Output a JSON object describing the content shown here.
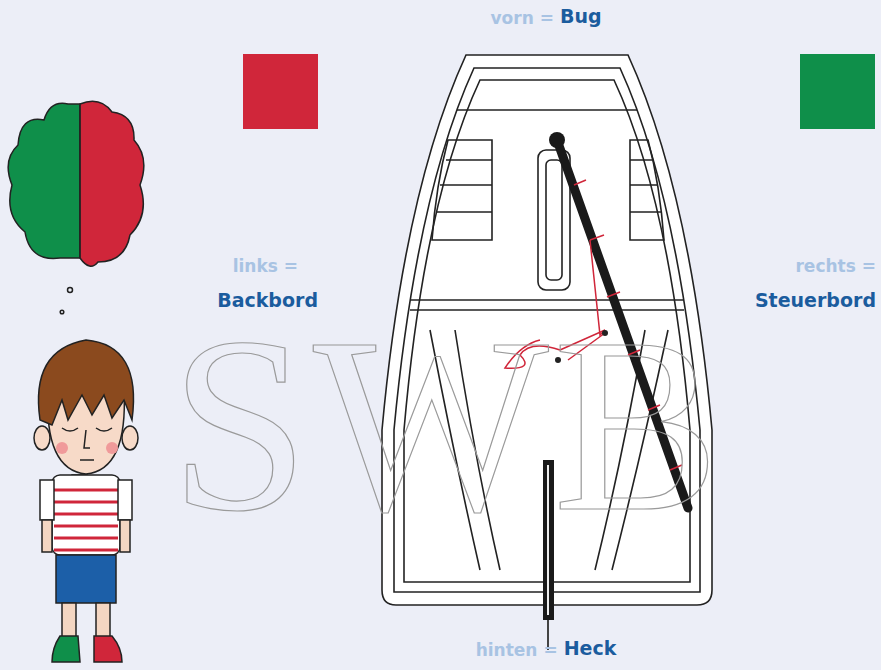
{
  "diagram": {
    "labels": [
      "vorn =",
      "Bug",
      "links =",
      "Backbord",
      "rechts =",
      "Steuerbord",
      "hinten =",
      "Heck",
      "SWB"
    ]
  }
}
